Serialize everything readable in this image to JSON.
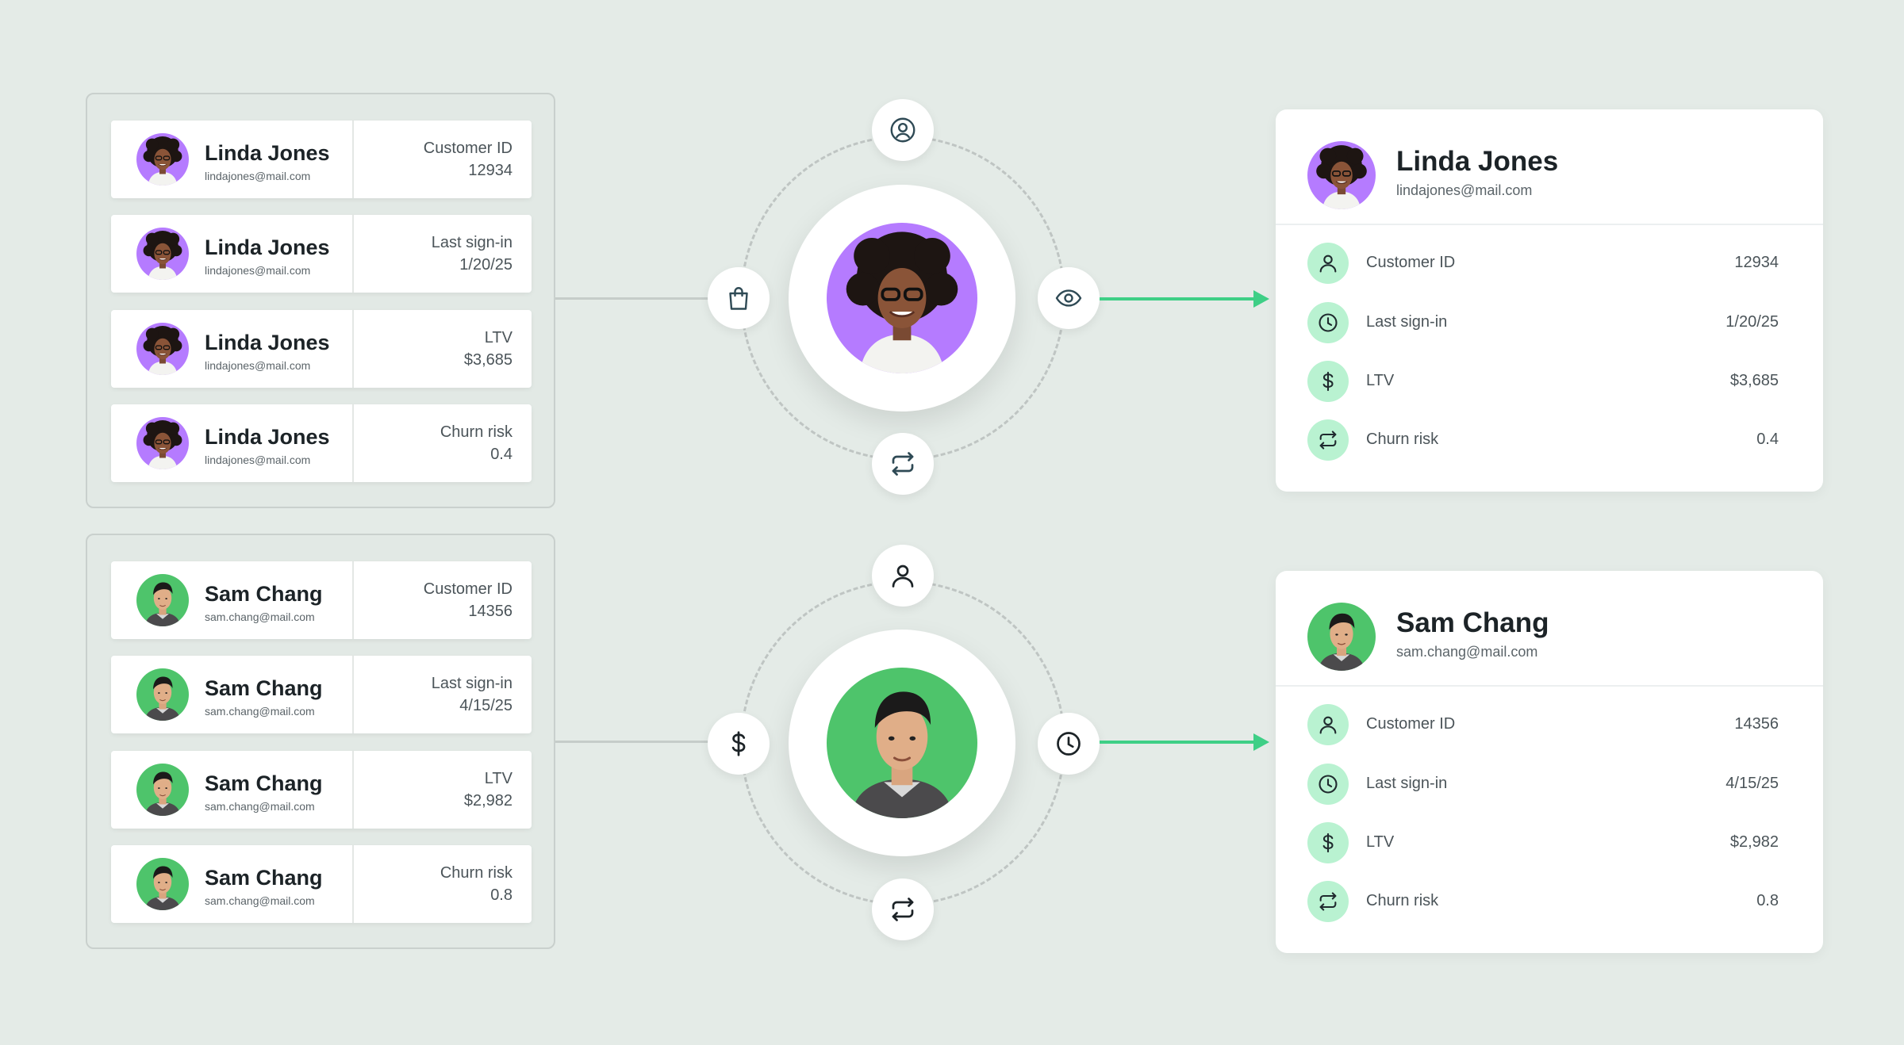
{
  "colors": {
    "background": "#e4ebe7",
    "accent_green": "#3ecf86",
    "icon_badge_bg": "#b9f2d1",
    "linda_avatar_bg": "#b57bff",
    "sam_avatar_bg": "#4ec46b"
  },
  "linda": {
    "list": [
      {
        "name": "Linda Jones",
        "email": "lindajones@mail.com",
        "label": "Customer ID",
        "value": "12934"
      },
      {
        "name": "Linda Jones",
        "email": "lindajones@mail.com",
        "label": "Last sign-in",
        "value": "1/20/25"
      },
      {
        "name": "Linda Jones",
        "email": "lindajones@mail.com",
        "label": "LTV",
        "value": "$3,685"
      },
      {
        "name": "Linda Jones",
        "email": "lindajones@mail.com",
        "label": "Churn risk",
        "value": "0.4"
      }
    ],
    "orbit_icons": {
      "top": "user-circle-icon",
      "left": "shopping-bag-icon",
      "right": "eye-icon",
      "bottom": "repeat-icon"
    },
    "card": {
      "name": "Linda Jones",
      "email": "lindajones@mail.com",
      "stats": [
        {
          "icon": "user-icon",
          "label": "Customer ID",
          "value": "12934"
        },
        {
          "icon": "clock-icon",
          "label": "Last sign-in",
          "value": "1/20/25"
        },
        {
          "icon": "dollar-icon",
          "label": "LTV",
          "value": "$3,685"
        },
        {
          "icon": "repeat-icon",
          "label": "Churn risk",
          "value": "0.4"
        }
      ]
    }
  },
  "sam": {
    "list": [
      {
        "name": "Sam Chang",
        "email": "sam.chang@mail.com",
        "label": "Customer ID",
        "value": "14356"
      },
      {
        "name": "Sam Chang",
        "email": "sam.chang@mail.com",
        "label": "Last sign-in",
        "value": "4/15/25"
      },
      {
        "name": "Sam Chang",
        "email": "sam.chang@mail.com",
        "label": "LTV",
        "value": "$2,982"
      },
      {
        "name": "Sam Chang",
        "email": "sam.chang@mail.com",
        "label": "Churn risk",
        "value": "0.8"
      }
    ],
    "orbit_icons": {
      "top": "user-icon",
      "left": "dollar-icon",
      "right": "clock-icon",
      "bottom": "repeat-icon"
    },
    "card": {
      "name": "Sam Chang",
      "email": "sam.chang@mail.com",
      "stats": [
        {
          "icon": "user-icon",
          "label": "Customer ID",
          "value": "14356"
        },
        {
          "icon": "clock-icon",
          "label": "Last sign-in",
          "value": "4/15/25"
        },
        {
          "icon": "dollar-icon",
          "label": "LTV",
          "value": "$2,982"
        },
        {
          "icon": "repeat-icon",
          "label": "Churn risk",
          "value": "0.8"
        }
      ]
    }
  }
}
